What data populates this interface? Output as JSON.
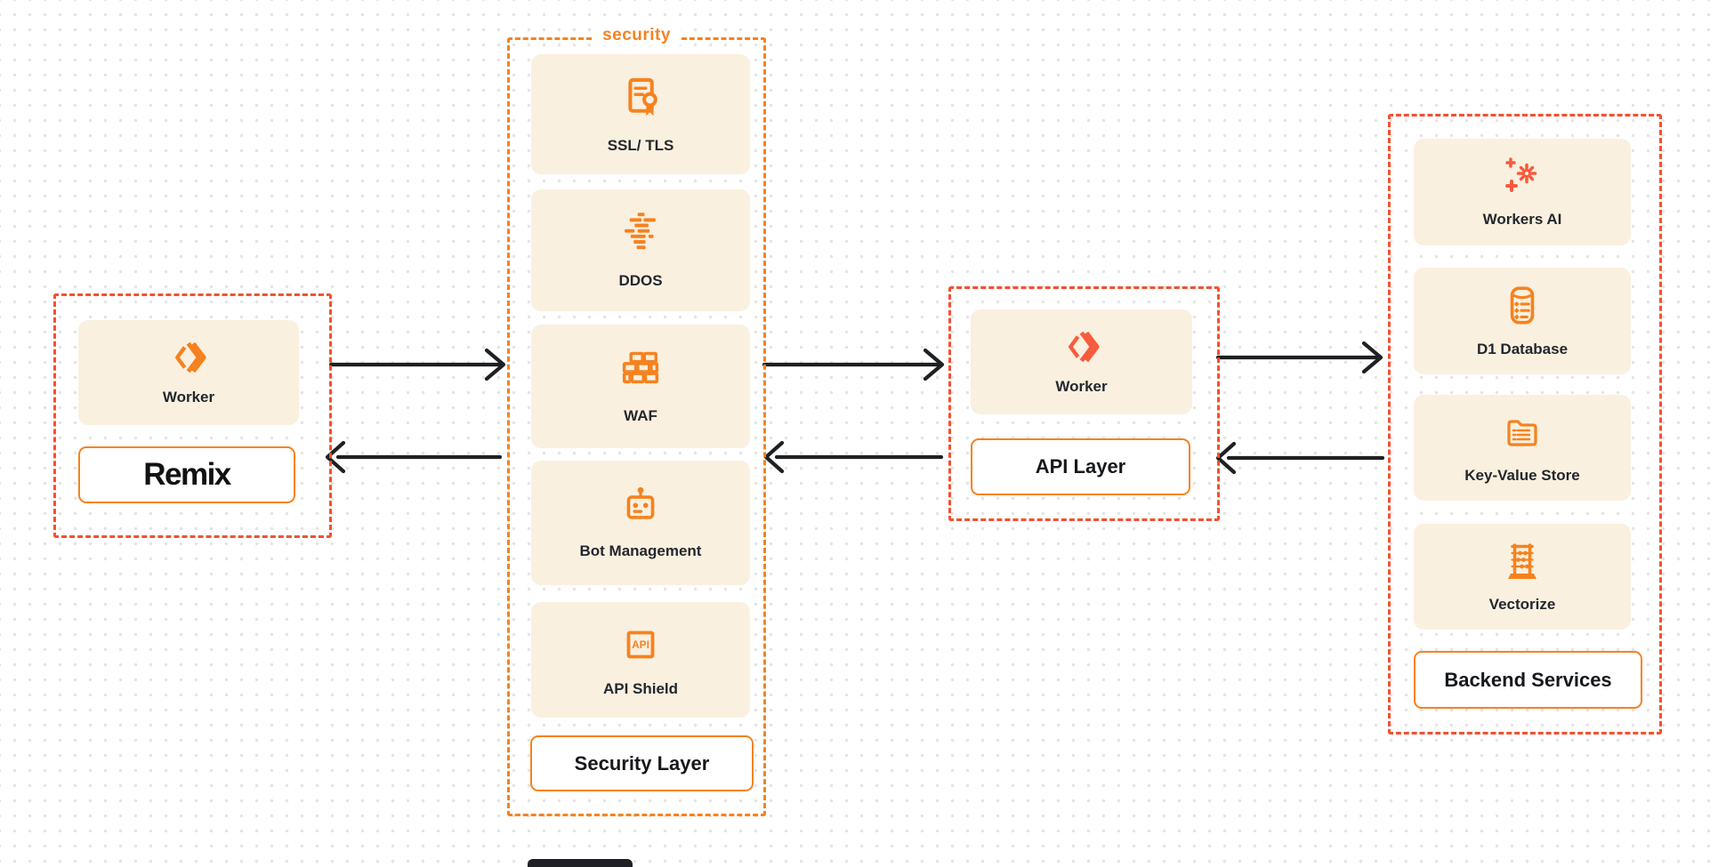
{
  "frontend": {
    "worker_label": "Worker",
    "logo_text": "Remix"
  },
  "security": {
    "title": "security",
    "cards": [
      {
        "icon": "certificate-icon",
        "label": "SSL/ TLS"
      },
      {
        "icon": "ddos-attack-icon",
        "label": "DDOS"
      },
      {
        "icon": "brick-wall-icon",
        "label": "WAF"
      },
      {
        "icon": "robot-icon",
        "label": "Bot Management"
      },
      {
        "icon": "api-box-icon",
        "label": "API Shield",
        "icon_text": "API"
      }
    ],
    "footer_label": "Security Layer"
  },
  "api": {
    "worker_label": "Worker",
    "footer_label": "API Layer"
  },
  "backend": {
    "cards": [
      {
        "icon": "ai-burst-icon",
        "label": "Workers AI"
      },
      {
        "icon": "database-icon",
        "label": "D1 Database"
      },
      {
        "icon": "folder-list-icon",
        "label": "Key-Value Store"
      },
      {
        "icon": "abacus-icon",
        "label": "Vectorize"
      }
    ],
    "footer_label": "Backend Services"
  },
  "connections": [
    {
      "from": "frontend",
      "to": "security",
      "direction": "both"
    },
    {
      "from": "security",
      "to": "api",
      "direction": "both"
    },
    {
      "from": "api",
      "to": "backend",
      "direction": "both"
    }
  ],
  "colors": {
    "group_border_red": "#F4502F",
    "group_border_orange": "#F6821F",
    "card_bg": "#FAF0DF",
    "icon_orange": "#F6821F",
    "icon_red": "#F75B3D",
    "label_box_border": "#F6821F",
    "arrow": "#1E2023",
    "text_dark": "#23272E",
    "security_label": "#F6821F",
    "dot_grid": "#E3E3E3"
  }
}
